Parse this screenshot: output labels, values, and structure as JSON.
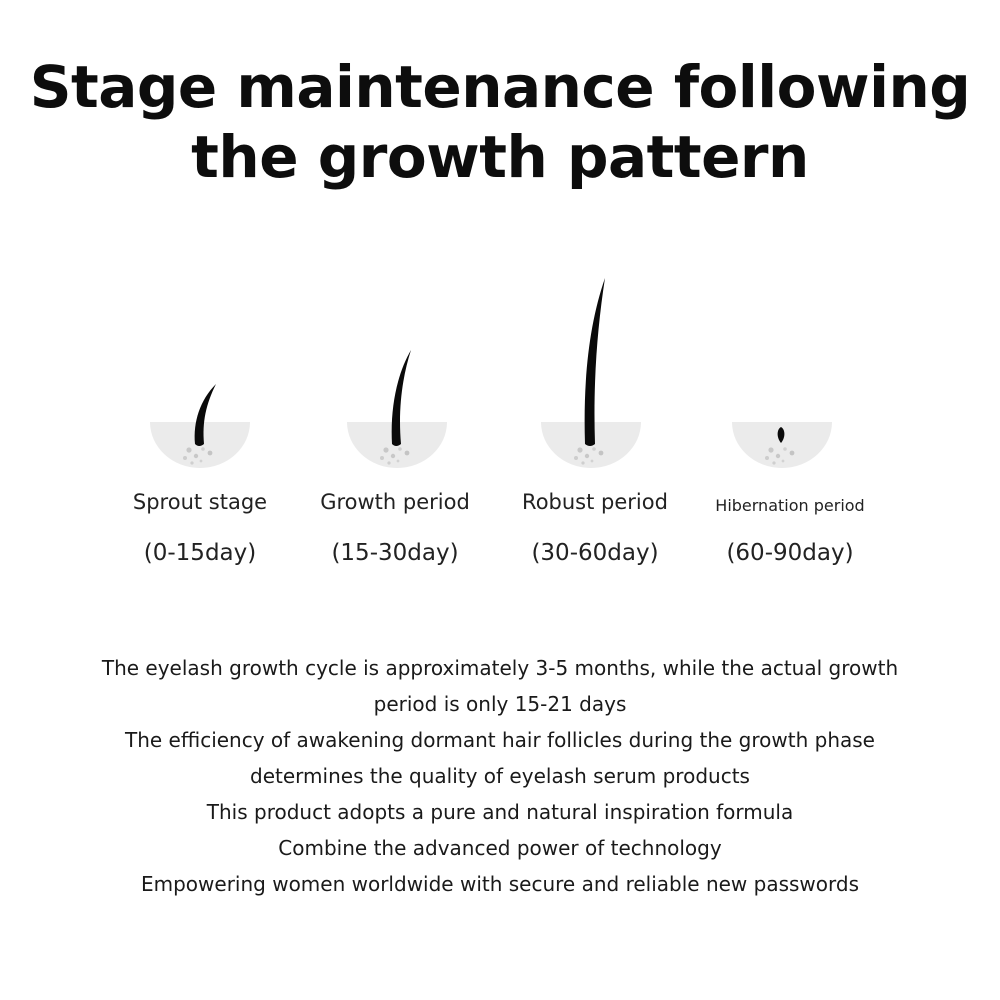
{
  "title": {
    "line1": "Stage maintenance following",
    "line2": "the growth pattern"
  },
  "stages": [
    {
      "name": "Sprout stage",
      "range": "(0-15day)",
      "icon": "sprout-lash-icon"
    },
    {
      "name": "Growth period",
      "range": "(15-30day)",
      "icon": "growing-lash-icon"
    },
    {
      "name": "Robust period",
      "range": "(30-60day)",
      "icon": "robust-lash-icon"
    },
    {
      "name": "Hibernation period",
      "range": "(60-90day)",
      "icon": "dormant-lash-icon"
    }
  ],
  "description": [
    "The eyelash growth cycle is approximately 3-5 months, while the actual growth",
    "period is only 15-21 days",
    "The efficiency of awakening dormant hair follicles during the growth phase",
    "determines the quality of eyelash serum products",
    "This product adopts a pure and natural inspiration formula",
    "Combine the advanced power of technology",
    "Empowering women worldwide with secure and reliable new passwords"
  ],
  "colors": {
    "text": "#111111",
    "follicle": "#ebebeb",
    "hair": "#0a0a0a"
  }
}
